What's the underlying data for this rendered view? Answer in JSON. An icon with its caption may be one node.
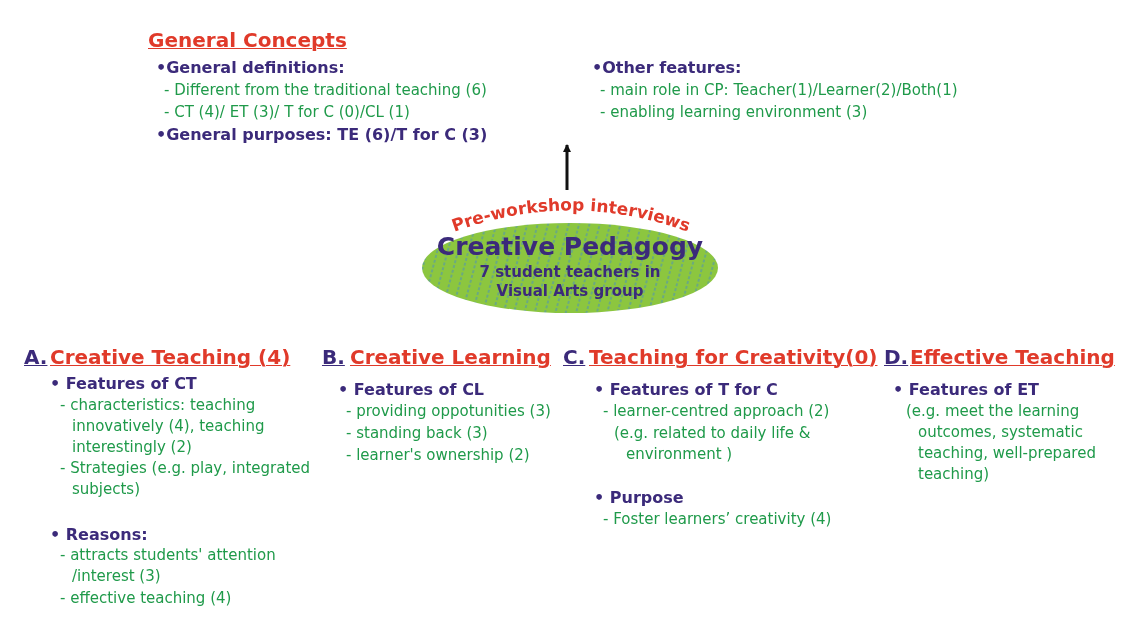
{
  "diagram": {
    "nodes": [
      {
        "text": [
          "Pre-workshop interviews",
          "Creative Pedagogy",
          "7 student teachers in Visual Arts group"
        ]
      },
      {
        "text": [
          "General Concepts",
          "•General definitions:",
          "- Different from the traditional teaching (6)",
          "- CT (4)/ ET (3)/ T for C (0)/CL (1)",
          "•General purposes: TE (6)/T for C (3)",
          "•Other features:",
          "- main role in CP: Teacher(1)/Learner(2)/Both(1)",
          "- enabling learning environment (3)"
        ]
      }
    ],
    "edges": [
      {
        "from": 0,
        "to": 1,
        "arrow": "to"
      }
    ],
    "labels": [
      "A.",
      "Creative Teaching (4)",
      "• Features of CT",
      "- characteristics: teaching innovatively (4), teaching interestingly (2)",
      "- Strategies (e.g. play, integrated subjects)",
      "• Reasons:",
      "- attracts students' attention /interest (3)",
      "- effective teaching (4)",
      "B.",
      "Creative Learning",
      "• Features of CL",
      "- providing oppotunities (3)",
      "- standing back (3)",
      "- learner's ownership (2)",
      "C.",
      "Teaching for Creativity(0)",
      "• Features of T for C",
      "- learner-centred approach (2)",
      "(e.g. related to daily life & environment )",
      "• Purpose",
      "- Foster learners’ creativity (4)",
      "D.",
      "Effective Teaching",
      "• Features of ET",
      "(e.g. meet the learning outcomes, systematic teaching, well-prepared teaching)"
    ]
  }
}
